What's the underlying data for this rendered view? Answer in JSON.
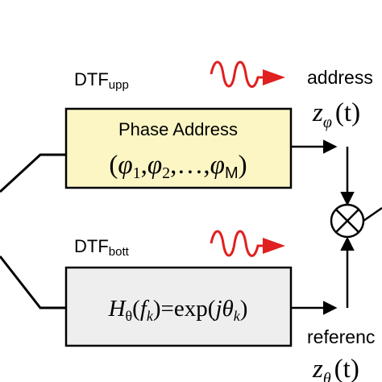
{
  "upper_branch": {
    "dtf_label": "DTF",
    "dtf_sub": "upp",
    "block_title": "Phase Address",
    "block_formula": "(φ1,φ2,…,φM)",
    "output_label": "address",
    "output_symbol": "z",
    "output_sub": "φ",
    "output_arg": "(t)"
  },
  "lower_branch": {
    "dtf_label": "DTF",
    "dtf_sub": "bott",
    "block_formula": "Hθ(fk)=exp(jθk)",
    "output_label": "referenc",
    "output_symbol": "z",
    "output_sub": "θ",
    "output_arg": "(t)"
  },
  "colors": {
    "line": "#000000",
    "upper_fill": "#fbf6c4",
    "lower_fill": "#eeeeee",
    "wave": "#e02020"
  }
}
